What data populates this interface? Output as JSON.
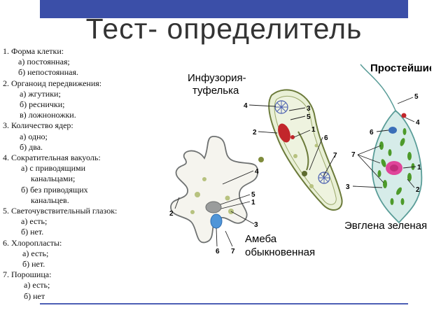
{
  "title": "Тест- определитель",
  "questions": [
    {
      "text": "1.      Форма клетки:",
      "indent": 0
    },
    {
      "text": "а) постоянная;",
      "indent": 22
    },
    {
      "text": "б) непостоянная.",
      "indent": 22
    },
    {
      "text": "2. Органоид передвижения:",
      "indent": 0
    },
    {
      "text": "а) жгутики;",
      "indent": 24
    },
    {
      "text": "б) реснички;",
      "indent": 24
    },
    {
      "text": "в) ложноножки.",
      "indent": 24
    },
    {
      "text": "3. Количество ядер:",
      "indent": 0
    },
    {
      "text": "а) одно;",
      "indent": 24
    },
    {
      "text": "б) два.",
      "indent": 24
    },
    {
      "text": "4. Сократительная вакуоль:",
      "indent": 0
    },
    {
      "text": "а) с приводящими",
      "indent": 26
    },
    {
      "text": "канальцами;",
      "indent": 40
    },
    {
      "text": "б) без приводящих",
      "indent": 26
    },
    {
      "text": "канальцев.",
      "indent": 40
    },
    {
      "text": "5. Светочувствительный глазок:",
      "indent": 0
    },
    {
      "text": "а) есть;",
      "indent": 26
    },
    {
      "text": "б) нет.",
      "indent": 26
    },
    {
      "text": "6. Хлоропласты:",
      "indent": 0
    },
    {
      "text": "а) есть;",
      "indent": 28
    },
    {
      "text": "б) нет.",
      "indent": 28
    },
    {
      "text": "7.      Порошица:",
      "indent": 0
    },
    {
      "text": "а) есть;",
      "indent": 30
    },
    {
      "text": "б) нет",
      "indent": 30
    }
  ],
  "figure": {
    "heading": "Простейшие",
    "paramecium_label_1": "Инфузория-",
    "paramecium_label_2": "туфелька",
    "amoeba_label_1": "Амеба",
    "amoeba_label_2": "обыкновенная",
    "euglena_label": "Эвглена зеленая",
    "callouts": {
      "p4": "4",
      "p3": "3",
      "p5": "5",
      "p1": "1",
      "p2": "2",
      "p6": "6",
      "p7": "7",
      "a4": "4",
      "a5": "5",
      "a1": "1",
      "a2": "2",
      "a3": "3",
      "a6": "6",
      "a7": "7",
      "e5": "5",
      "e4": "4",
      "e6": "6",
      "e7": "7",
      "e1": "1",
      "e3": "3",
      "e2": "2"
    }
  }
}
